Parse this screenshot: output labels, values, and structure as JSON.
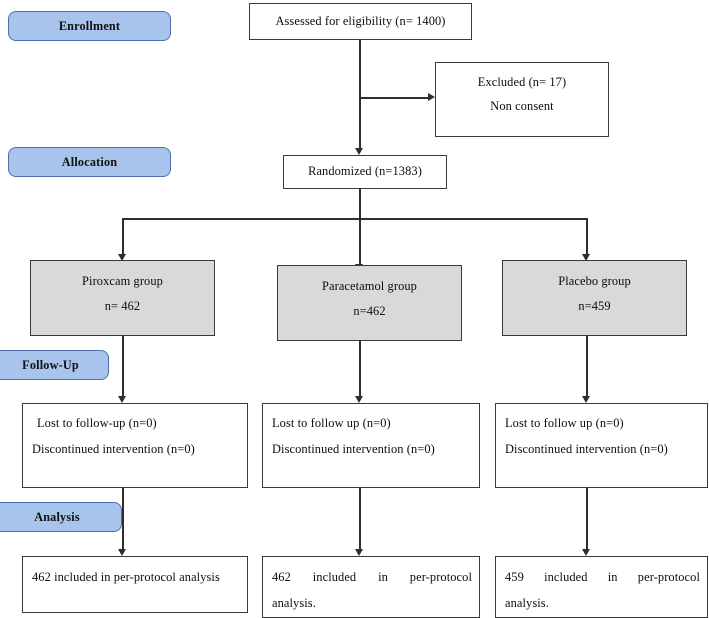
{
  "diagram": {
    "type": "consort-flow-diagram",
    "colors": {
      "stage_fill": "#a8c4ec",
      "stage_border": "#4d6fa8",
      "group_fill": "#d9d9d9",
      "box_border": "#3a3a3a",
      "connector": "#2e2e2e",
      "background": "#ffffff"
    },
    "stages": [
      {
        "id": "enrollment",
        "label": "Enrollment"
      },
      {
        "id": "allocation",
        "label": "Allocation"
      },
      {
        "id": "followup",
        "label": "Follow-Up"
      },
      {
        "id": "analysis",
        "label": "Analysis"
      }
    ],
    "nodes": {
      "assessed": {
        "lines": [
          "Assessed for eligibility (n= 1400)"
        ]
      },
      "excluded": {
        "lines": [
          "Excluded (n= 17)",
          "Non consent"
        ]
      },
      "randomized": {
        "lines": [
          "Randomized (n=1383)"
        ]
      },
      "groups": [
        {
          "id": "piroxcam",
          "lines": [
            "Piroxcam group",
            "n= 462"
          ]
        },
        {
          "id": "paracetamol",
          "lines": [
            "Paracetamol group",
            "n=462"
          ]
        },
        {
          "id": "placebo",
          "lines": [
            "Placebo group",
            "n=459"
          ]
        }
      ],
      "followup": [
        {
          "id": "followup-piroxcam",
          "lines": [
            "Lost to follow-up (n=0)",
            "Discontinued intervention (n=0)"
          ]
        },
        {
          "id": "followup-paracetamol",
          "lines": [
            "Lost to follow up (n=0)",
            "Discontinued intervention (n=0)"
          ]
        },
        {
          "id": "followup-placebo",
          "lines": [
            "Lost to follow up (n=0)",
            "Discontinued intervention (n=0)"
          ]
        }
      ],
      "analysis": [
        {
          "id": "analysis-piroxcam",
          "lines": [
            "462 included in per-protocol analysis"
          ]
        },
        {
          "id": "analysis-paracetamol",
          "lines": [
            "462 included in per-protocol",
            "analysis."
          ]
        },
        {
          "id": "analysis-placebo",
          "lines": [
            "459 included in per-protocol",
            "analysis."
          ]
        }
      ]
    },
    "counts": {
      "assessed": 1400,
      "excluded": 17,
      "randomized": 1383,
      "piroxcam": 462,
      "paracetamol": 462,
      "placebo": 459,
      "lost_to_followup": 0,
      "discontinued": 0,
      "analyzed_piroxcam": 462,
      "analyzed_paracetamol": 462,
      "analyzed_placebo": 459
    }
  }
}
